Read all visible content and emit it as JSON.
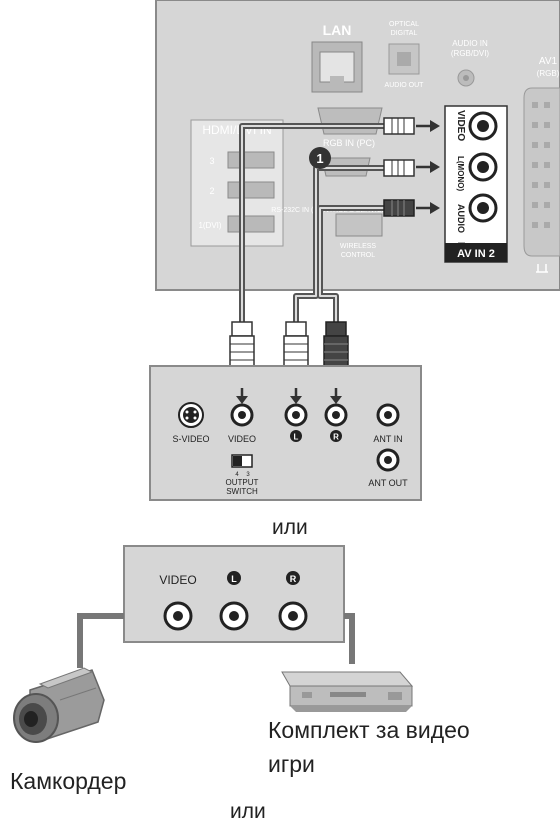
{
  "tv_panel": {
    "lan": "LAN",
    "optical_line1": "OPTICAL",
    "optical_line2": "DIGITAL",
    "audio_out": "AUDIO OUT",
    "audio_in_line1": "AUDIO IN",
    "audio_in_line2": "(RGB/DVI)",
    "av1_line1": "AV1",
    "av1_line2": "(RGB)",
    "hdmi": "HDMI/DVI IN",
    "hdmi_ports": [
      "3",
      "2",
      "1(DVI)"
    ],
    "rgb_in": "RGB IN (PC)",
    "rs232c": "RS-232C IN (CONTROL & SERVICE)",
    "wireless_line1": "WIRELESS",
    "wireless_line2": "CONTROL",
    "av_in_jacks": [
      "VIDEO",
      "L(MONO)",
      "AUDIO",
      "R"
    ],
    "av_in_label": "AV IN 2",
    "step_badge": "1"
  },
  "vcr_panel": {
    "s_video": "S-VIDEO",
    "video": "VIDEO",
    "left": "L",
    "right": "R",
    "ant_in": "ANT IN",
    "ant_out": "ANT OUT",
    "switch_nums": [
      "4",
      "3"
    ],
    "output_line1": "OUTPUT",
    "output_line2": "SWITCH"
  },
  "or_1": "или",
  "source_panel": {
    "video": "VIDEO",
    "left": "L",
    "right": "R"
  },
  "devices": {
    "camcorder": "Камкордер",
    "game_line1": "Комплект за видео",
    "game_line2": "игри"
  },
  "or_2": "или"
}
